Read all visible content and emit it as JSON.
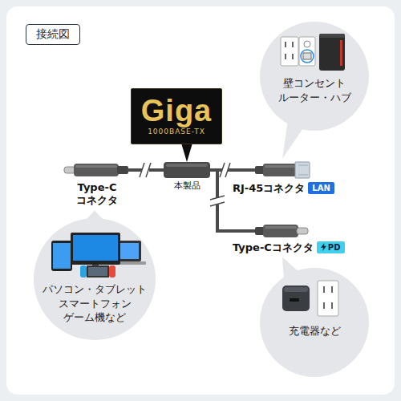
{
  "diagram": {
    "title": "接続図",
    "nodes": [
      {
        "text": [
          "Giga",
          "1000BASE-TX"
        ]
      },
      {
        "text": [
          "壁コンセント ルーター・ハブ"
        ]
      },
      {
        "text": [
          "Type-C コネクタ"
        ]
      },
      {
        "text": [
          "本製品"
        ]
      },
      {
        "text": [
          "RJ-45コネクタ",
          "LAN"
        ]
      },
      {
        "text": [
          "Type-Cコネクタ",
          "PD"
        ]
      },
      {
        "text": [
          "パソコン・タブレット スマートフォン ゲーム機など"
        ]
      },
      {
        "text": [
          "充電器など"
        ]
      }
    ],
    "edges": [
      {
        "from": 2,
        "to": 3,
        "arrow": "none"
      },
      {
        "from": 3,
        "to": 4,
        "arrow": "none"
      },
      {
        "from": 3,
        "to": 5,
        "arrow": "none"
      },
      {
        "from": 0,
        "to": 3,
        "arrow": "none"
      },
      {
        "from": 1,
        "to": 4,
        "arrow": "none"
      },
      {
        "from": 6,
        "to": 2,
        "arrow": "none"
      },
      {
        "from": 7,
        "to": 5,
        "arrow": "none"
      }
    ]
  }
}
